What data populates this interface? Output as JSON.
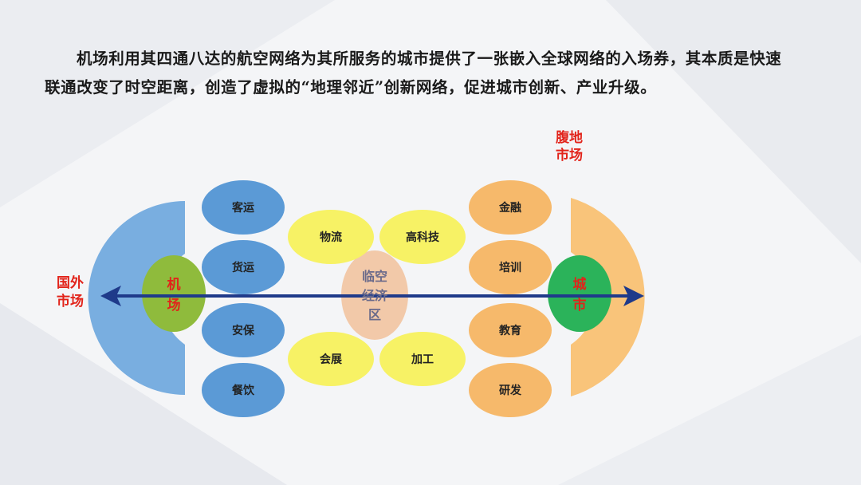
{
  "paragraph": "机场利用其四通八达的航空网络为其所服务的城市提供了一张嵌入全球网络的入场券，其本质是快速联通改变了时空距离，创造了虚拟的“地理邻近”创新网络，促进城市创新、产业升级。",
  "labels": {
    "left_market": [
      "国外",
      "市场"
    ],
    "right_market": [
      "腹地",
      "市场"
    ],
    "airport": [
      "机",
      "场"
    ],
    "city": [
      "城",
      "市"
    ],
    "center": [
      "临空",
      "经济",
      "区"
    ]
  },
  "left_nodes": [
    "客运",
    "货运",
    "安保",
    "餐饮"
  ],
  "middle_nodes": [
    "物流",
    "高科技",
    "会展",
    "加工"
  ],
  "right_nodes": [
    "金融",
    "培训",
    "教育",
    "研发"
  ],
  "colors": {
    "left_arc": "#79aee0",
    "left_node": "#5b9ad6",
    "middle_node": "#f7f265",
    "right_node": "#f6b96b",
    "right_arc": "#f9c47a",
    "airport_fill": "#8fbb3c",
    "city_fill": "#2bb35a",
    "center_fill": "#f2c9a9",
    "arrow": "#1f3a8a",
    "label_red": "#e2231a"
  }
}
